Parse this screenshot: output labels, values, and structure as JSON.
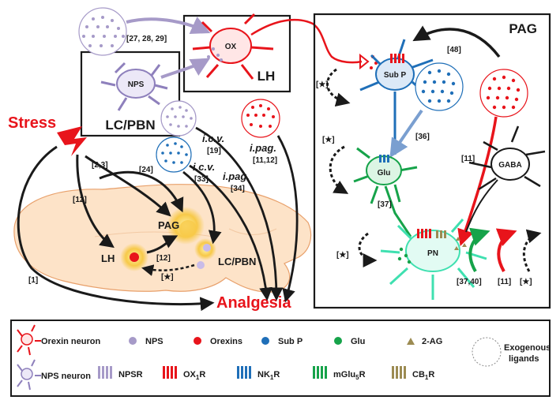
{
  "regions": {
    "lh": "LH",
    "lc_pbn": "LC/PBN",
    "pag": "PAG"
  },
  "brain_labels": {
    "pag": "PAG",
    "lh": "LH",
    "lc_pbn": "LC/PBN"
  },
  "neurons": {
    "ox": "OX",
    "nps": "NPS",
    "sub_p": "Sub P",
    "glu": "Glu",
    "gaba": "GABA",
    "pn": "PN"
  },
  "headings": {
    "stress": "Stress",
    "analgesia": "Analgesia"
  },
  "routes": {
    "icv_1": "i.c.v.",
    "icv_2": "i.c.v.",
    "ipag_1": "i.pag.",
    "ipag_2": "i.pag."
  },
  "refs": {
    "r27_29": "[27, 28, 29]",
    "r48": "[48]",
    "r2_3": "[2,3]",
    "r24": "[24]",
    "r19": "[19]",
    "r11_12": "[11,12]",
    "r33": "[33]",
    "r34": "[34]",
    "r36": "[36]",
    "r11a": "[11]",
    "r37": "[37]",
    "r12a": "[12]",
    "r12b": "[12]",
    "r1": "[1]",
    "r37_40": "[37,40]",
    "r11b": "[11]",
    "star_1": "[★]",
    "star_2": "[★]",
    "star_3": "[★]",
    "star_4": "[★]",
    "star_5": "[★]"
  },
  "legend": {
    "orexin_neuron": "Orexin neuron",
    "nps_neuron": "NPS neuron",
    "nps": "NPS",
    "orexins": "Orexins",
    "sub_p": "Sub P",
    "glu": "Glu",
    "two_ag": "2-AG",
    "exogenous_1": "Exogenous",
    "exogenous_2": "ligands",
    "npsr": "NPSR",
    "ox1r_main": "OX",
    "ox1r_sub": "1",
    "ox1r_tail": "R",
    "nk1r_main": "NK",
    "nk1r_sub": "1",
    "nk1r_tail": "R",
    "mglu5r_main": "mGlu",
    "mglu5r_sub": "5",
    "mglu5r_tail": "R",
    "cb1r_main": "CB",
    "cb1r_sub": "1",
    "cb1r_tail": "R"
  },
  "colors": {
    "red": "#e8141b",
    "blue": "#1f6fb8",
    "green": "#16a34a",
    "mint": "#3fe0b0",
    "lavender": "#a69ac8",
    "olive": "#9c8b52",
    "brain_fill": "#fde3c8",
    "brain_stroke": "#e8a06b",
    "yellow": "#f7c948",
    "dark": "#1a1a1a"
  },
  "icons": [
    "lightning-bolt-icon",
    "receptor-icon",
    "star-icon"
  ]
}
